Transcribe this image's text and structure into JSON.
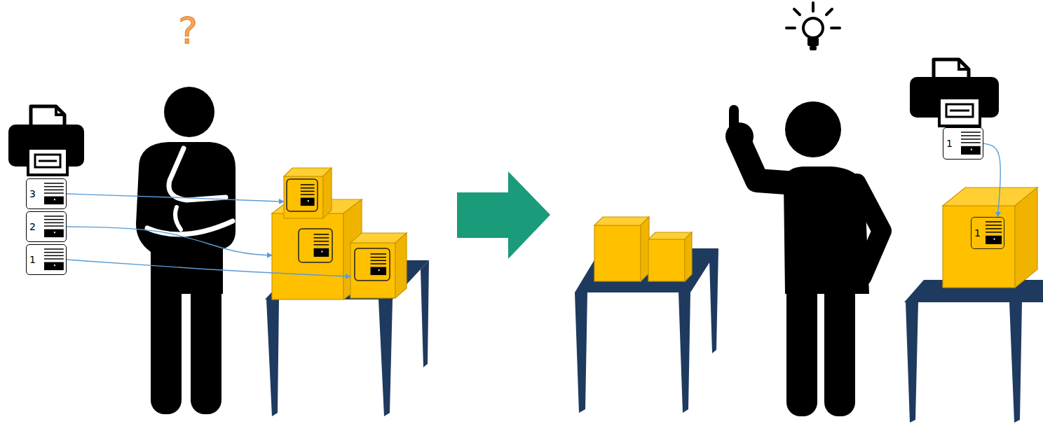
{
  "diagram": {
    "nodes": [
      {
        "text": [
          "3"
        ]
      },
      {
        "text": [
          "2"
        ]
      },
      {
        "text": [
          "1"
        ]
      },
      {
        "text": []
      },
      {
        "text": []
      },
      {
        "text": []
      },
      {
        "text": [
          "1"
        ]
      },
      {
        "text": []
      },
      {
        "text": [
          "1"
        ],
        "in": 7
      }
    ],
    "edges": [
      {
        "from": 0,
        "to": 3,
        "arrow": "to"
      },
      {
        "from": 1,
        "to": 4,
        "arrow": "to"
      },
      {
        "from": 2,
        "to": 5,
        "arrow": "to"
      },
      {
        "from": 6,
        "to": 8,
        "arrow": "to"
      }
    ],
    "labels": [
      "?"
    ]
  }
}
